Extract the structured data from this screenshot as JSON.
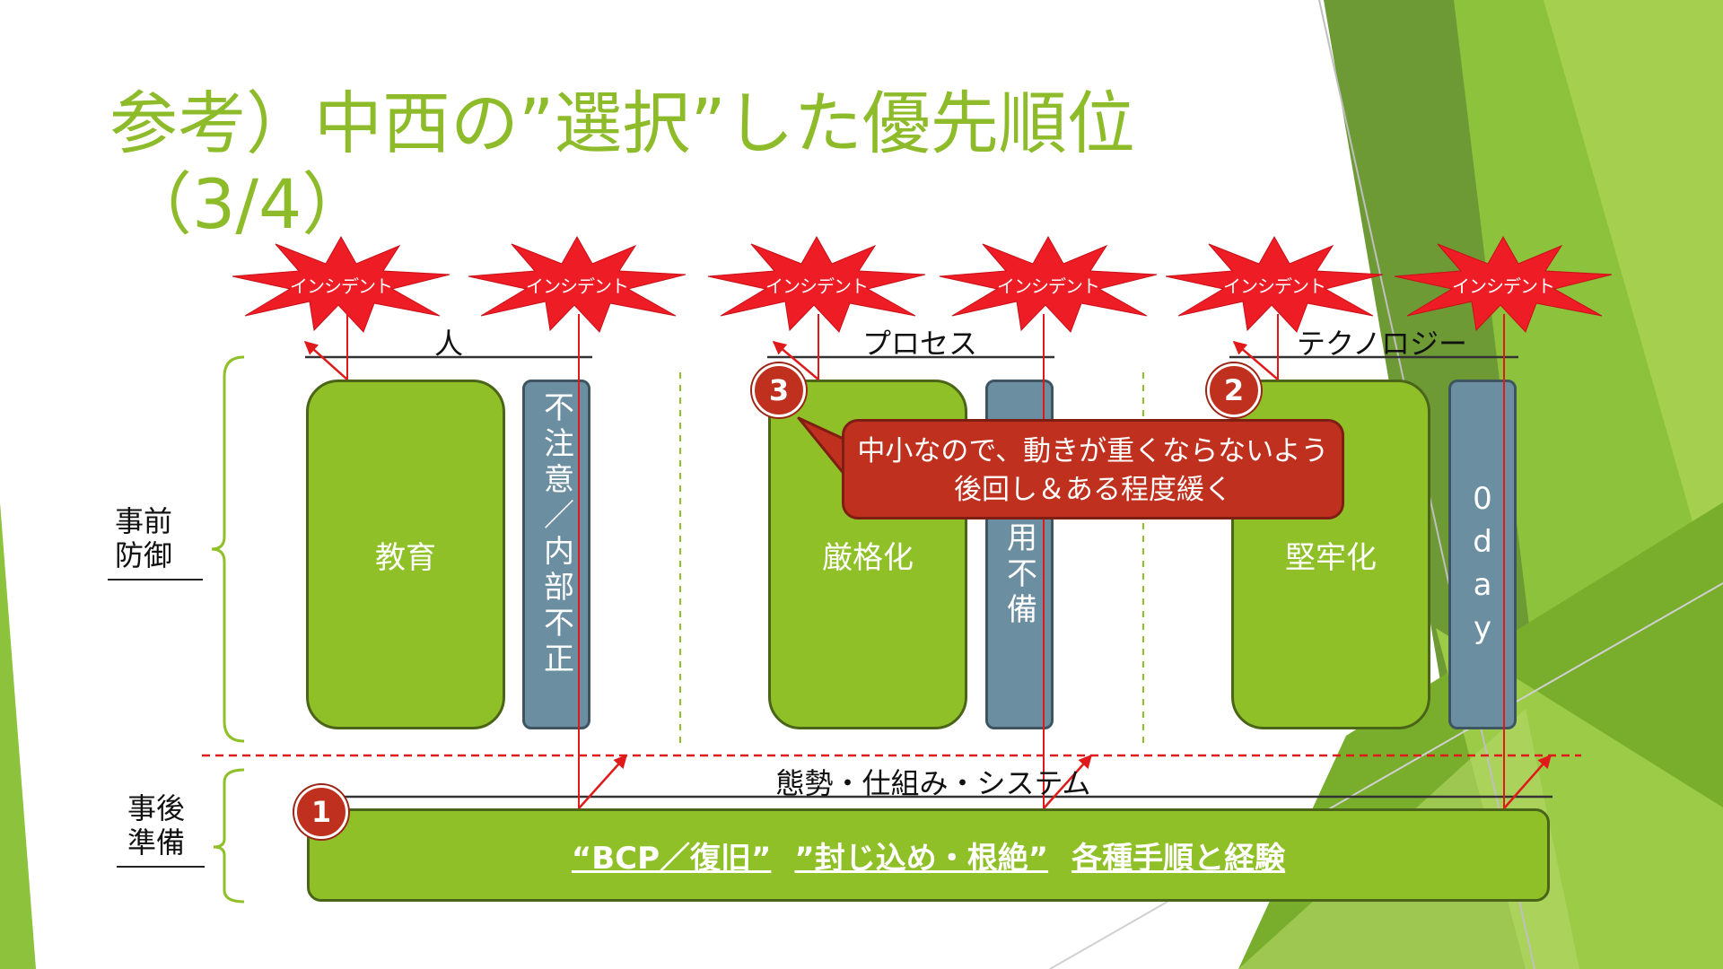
{
  "title": {
    "line1": "参考）中西の”選択”した優先順位",
    "line2": "（3/4）"
  },
  "incident_label": "インシデント",
  "categories": {
    "people": "人",
    "process": "プロセス",
    "technology": "テクノロジー"
  },
  "side_labels": {
    "prevention_1": "事前",
    "prevention_2": "防御",
    "after_1": "事後",
    "after_2": "準備"
  },
  "green_boxes": {
    "education": "教育",
    "strict": "厳格化",
    "robust": "堅牢化"
  },
  "blue_boxes": {
    "carelessness": "不注意／内部不正",
    "operation": "用不備",
    "zeroday": "0day"
  },
  "badges": {
    "one": "1",
    "two": "2",
    "three": "3"
  },
  "callout": {
    "line1": "中小なので、動きが重くならないよう",
    "line2": "後回し＆ある程度緩く"
  },
  "posture_label": "態勢・仕組み・システム",
  "bottom_items": {
    "bcp": "“BCP／復旧”",
    "containment": "”封じ込め・根絶”",
    "procedures": "各種手順と経験"
  },
  "colors": {
    "title_green": "#8dbb2a",
    "box_green": "#8fc027",
    "box_blue": "#6b8ea0",
    "alert_red": "#c0301e",
    "burst_red": "#ee1c24"
  }
}
